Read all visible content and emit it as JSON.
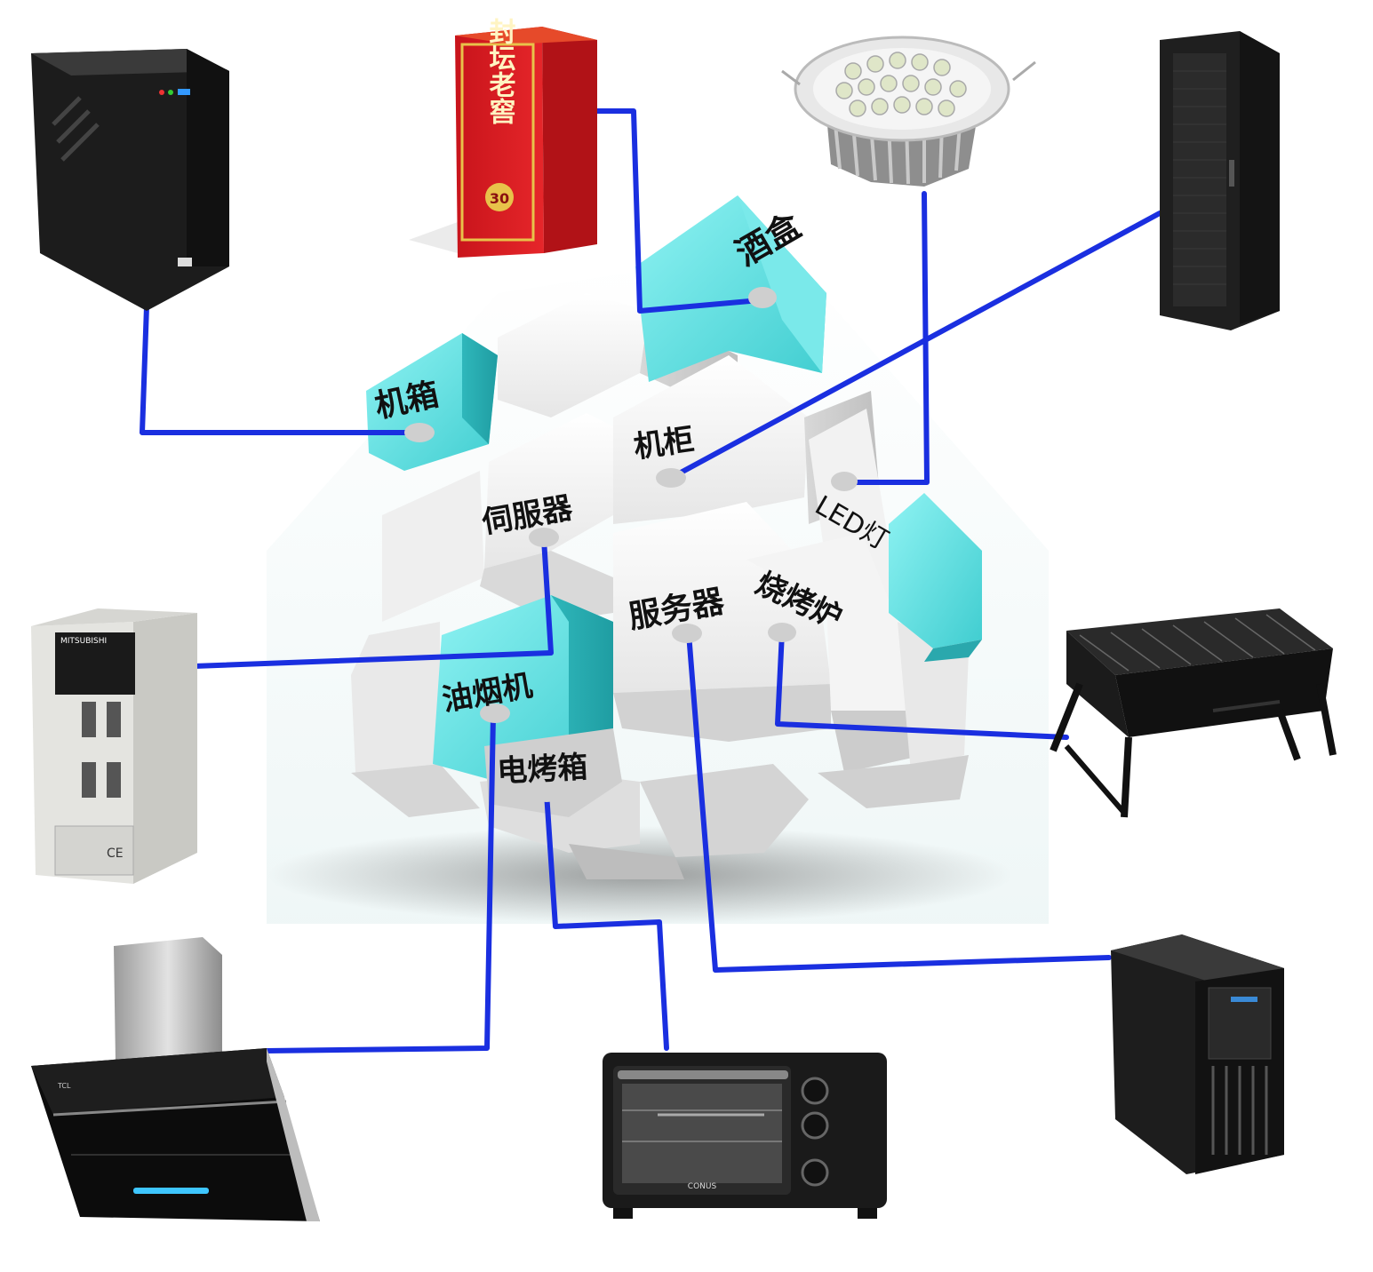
{
  "labels": {
    "chassis": "机箱",
    "wine_box": "酒盒",
    "cabinet": "机柜",
    "servo": "伺服器",
    "led_lamp": "LED灯",
    "server": "服务器",
    "grill": "烧烤炉",
    "range_hood": "油烟机",
    "oven": "电烤箱"
  },
  "products": {
    "wine_box_brand": "封坛老窖",
    "wine_box_age": "30",
    "servo_brand": "MITSUBISHI",
    "servo_mark": "CE",
    "range_hood_brand": "TCL",
    "oven_brand": "CONUS"
  },
  "colors": {
    "connector": "#1a2fe0",
    "teal_cube": "#5fe0e0",
    "white_cube": "#eeeeee",
    "dot": "#cfcfcf"
  }
}
